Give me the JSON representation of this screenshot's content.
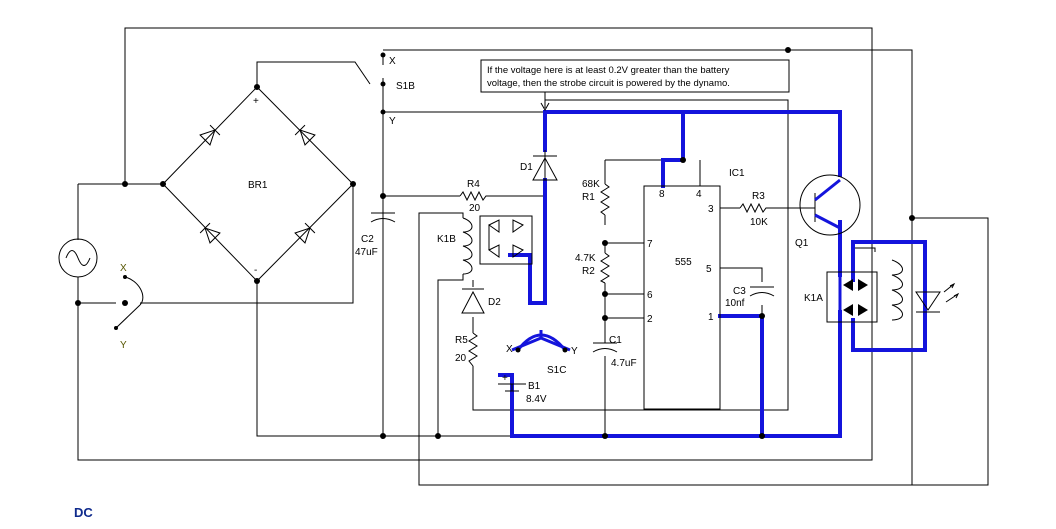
{
  "labels": {
    "br1": "BR1",
    "plus": "+",
    "minus": "-",
    "s1b": "S1B",
    "x_top": "X",
    "y_top": "Y",
    "x_left": "X",
    "y_left": "Y",
    "c2": "C2",
    "c2_val": "47uF",
    "r4": "R4",
    "r4_val": "20",
    "k1b": "K1B",
    "d1": "D1",
    "d2": "D2",
    "r5": "R5",
    "r5_val": "20",
    "b1": "B1",
    "b1_val": "8.4V",
    "s1c": "S1C",
    "x_s1c": "X",
    "y_s1c": "Y",
    "r1_val": "68K",
    "r1": "R1",
    "r2_val": "4.7K",
    "r2": "R2",
    "c1": "C1",
    "c1_val": "4.7uF",
    "ic1": "IC1",
    "ic_name": "555",
    "pin8": "8",
    "pin4": "4",
    "pin3": "3",
    "pin7": "7",
    "pin5": "5",
    "pin6": "6",
    "pin2": "2",
    "pin1": "1",
    "r3": "R3",
    "r3_val": "10K",
    "c3": "C3",
    "c3_val": "10nf",
    "q1": "Q1",
    "k1a": "K1A",
    "footer": "DC"
  },
  "note": {
    "line1": "If the voltage here is at least 0.2V greater than the battery",
    "line2": "voltage, then the strobe circuit is powered by the dynamo."
  },
  "colors": {
    "wire": "#000000",
    "highlight_wire": "#1414dc",
    "footer_text": "#0f2a8c",
    "switch_label": "#555500"
  }
}
